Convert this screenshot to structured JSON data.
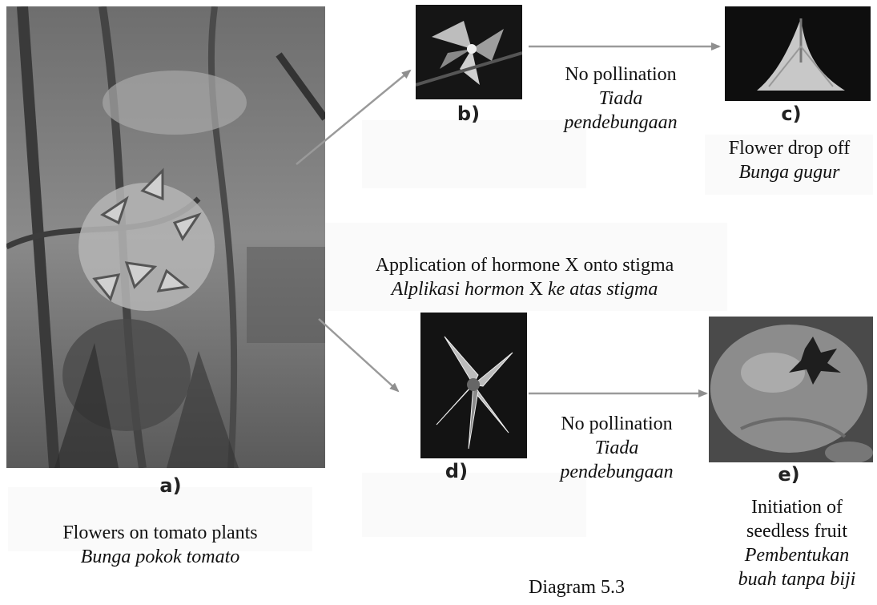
{
  "panels": {
    "a": {
      "letter": "a)",
      "caption_en": "Flowers on tomato plants",
      "caption_my": "Bunga pokok tomato"
    },
    "b": {
      "letter": "b)"
    },
    "c": {
      "letter": "c)",
      "caption_en": "Flower drop off",
      "caption_my": "Bunga gugur"
    },
    "d": {
      "letter": "d)"
    },
    "e": {
      "letter": "e)",
      "caption_en_1": "Initiation of",
      "caption_en_2": "seedless fruit",
      "caption_my_1": "Pembentukan",
      "caption_my_2": "buah tanpa biji"
    }
  },
  "arrow_labels": {
    "top": {
      "en": "No pollination",
      "my_1": "Tiada",
      "my_2": "pendebungaan"
    },
    "bottom": {
      "en": "No pollination",
      "my_1": "Tiada",
      "my_2": "pendebungaan"
    },
    "hormone": {
      "en": "Application of hormone X onto stigma",
      "my_pre": "Alplikasi hormon",
      "my_x": " X ",
      "my_post": "ke atas stigma"
    }
  },
  "diagram_title": "Diagram 5.3"
}
